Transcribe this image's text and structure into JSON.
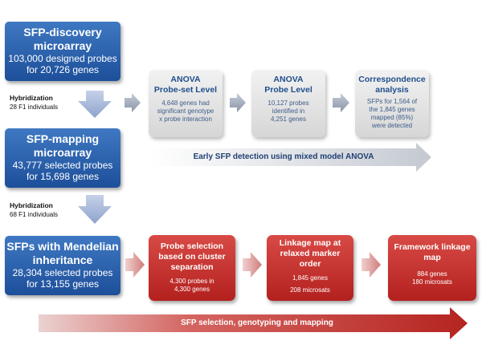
{
  "stages": {
    "discovery": {
      "title_1": "SFP-discovery",
      "title_2": "microarray",
      "line_1": "103,000 designed probes",
      "line_2": "for 20,726 genes"
    },
    "mapping": {
      "title_1": "SFP-mapping",
      "title_2": "microarray",
      "line_1": "43,777 selected probes",
      "line_2": "for 15,698 genes"
    },
    "mendelian": {
      "title_1": "SFPs with Mendelian",
      "title_2": "inheritance",
      "line_1": "28,304 selected probes",
      "line_2": "for 13,155 genes"
    }
  },
  "hybridization": [
    {
      "label": "Hybridization",
      "detail": "28 F1 individuals"
    },
    {
      "label": "Hybridization",
      "detail": "68 F1 individuals"
    }
  ],
  "anova_steps": [
    {
      "title_1": "ANOVA",
      "title_2": "Probe-set Level",
      "details": [
        "4,648 genes had",
        "significant genotype",
        "x probe interaction"
      ]
    },
    {
      "title_1": "ANOVA",
      "title_2": "Probe Level",
      "details": [
        "10,127 probes",
        "identified in",
        "4,251 genes"
      ]
    },
    {
      "title_1": "Correspondence",
      "title_2": "analysis",
      "details": [
        "SFPs for 1,564 of",
        "the 1,845 genes",
        "mapped (85%)",
        "were detected"
      ]
    }
  ],
  "mapping_steps": [
    {
      "title_lines": [
        "Probe selection",
        "based on cluster",
        "separation"
      ],
      "details": [
        "4,300 probes in",
        "4,300 genes"
      ]
    },
    {
      "title_lines": [
        "Linkage map at",
        "relaxed marker",
        "order"
      ],
      "details": [
        "1,845 genes",
        "208 microsats"
      ]
    },
    {
      "title_lines": [
        "Framework linkage",
        "map"
      ],
      "details": [
        "884 genes",
        "180 microsats"
      ]
    }
  ],
  "bands": {
    "anova_label": "Early SFP detection using mixed model ANOVA",
    "mapping_label": "SFP selection, genotyping and mapping"
  },
  "colors": {
    "blue_box": "#2a5ea9",
    "gray_box": "#e3e3e3",
    "red_box": "#c22f2b",
    "blue_arrow": "#a8b8d8",
    "gray_arrow": "#c9ced6",
    "pink_arrow": "#e2a6a4",
    "red_band": "#c0302c"
  }
}
